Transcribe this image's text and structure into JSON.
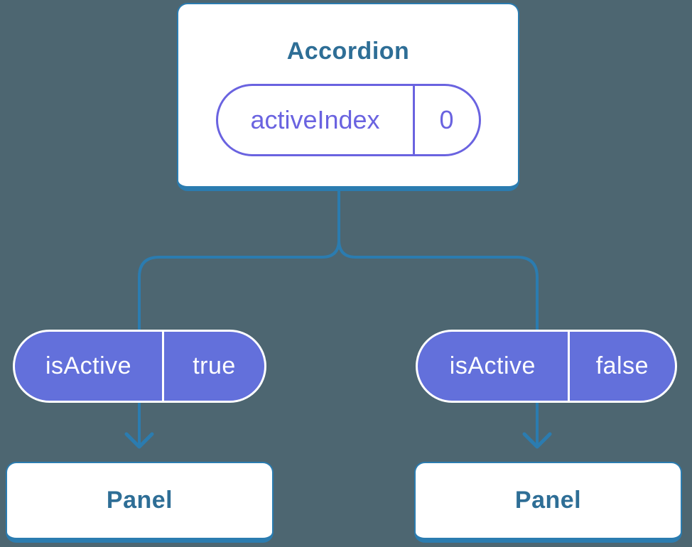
{
  "tree": {
    "root": {
      "title": "Accordion",
      "state": {
        "name": "activeIndex",
        "value": "0"
      }
    },
    "children": [
      {
        "prop": {
          "name": "isActive",
          "value": "true"
        },
        "title": "Panel"
      },
      {
        "prop": {
          "name": "isActive",
          "value": "false"
        },
        "title": "Panel"
      }
    ]
  },
  "colors": {
    "background": "#4D6671",
    "connector_blue": "#2B7CB0",
    "component_title_blue": "#2E6E96",
    "prop_pill_fill": "#6370DB",
    "state_pill_purple": "#6A63E0",
    "box_fill": "#FFFFFF"
  }
}
